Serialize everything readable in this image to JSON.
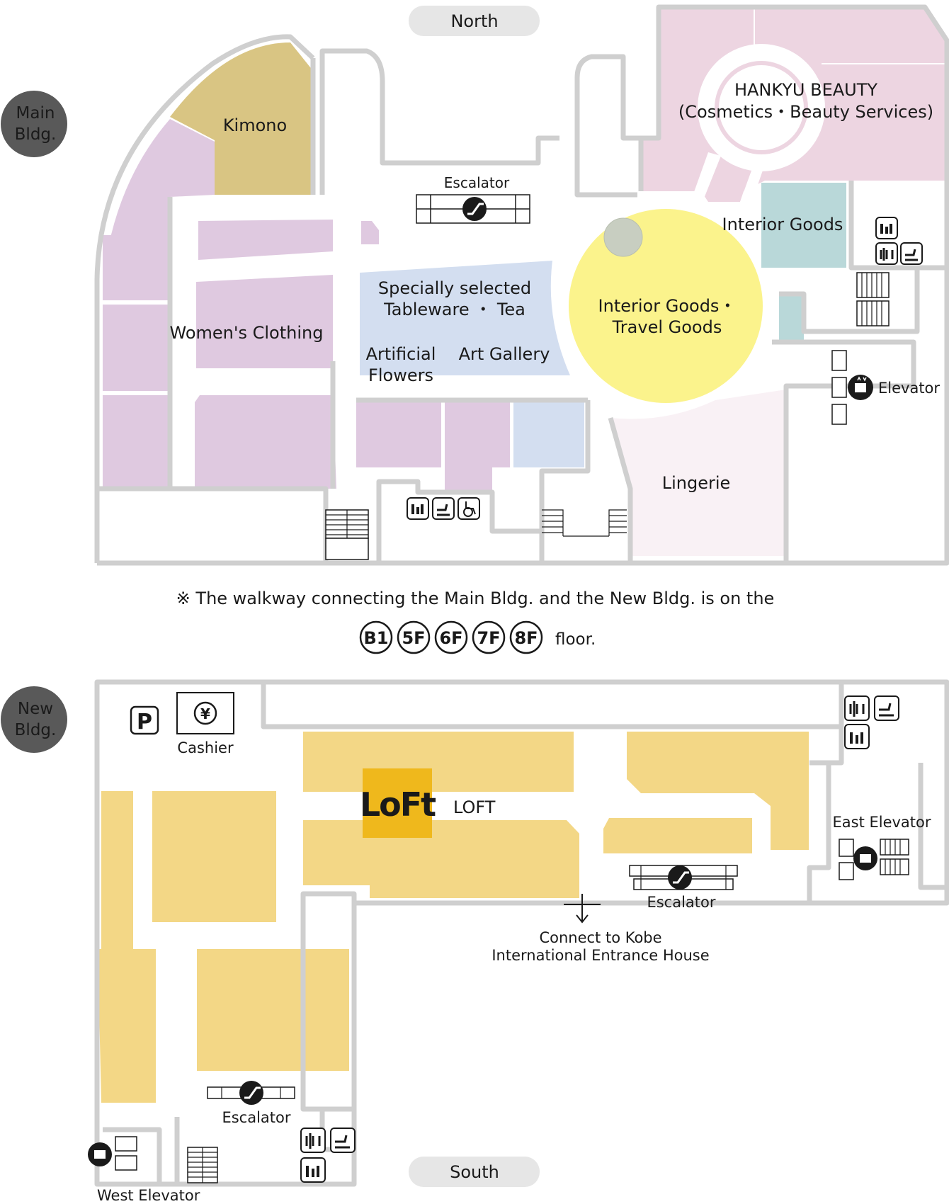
{
  "compass": {
    "north": "North",
    "south": "South"
  },
  "buildings": {
    "main": "Main\nBldg.",
    "new": "New\nBldg."
  },
  "main_floor": {
    "kimono": "Kimono",
    "womens_clothing": "Women's Clothing",
    "tableware": "Specially selected\nTableware ・ Tea",
    "flowers": "Artificial\nFlowers",
    "art_gallery": "Art Gallery",
    "interior_travel": "Interior Goods・\nTravel Goods",
    "interior_goods": "Interior Goods",
    "hankyu_beauty": "HANKYU BEAUTY\n(Cosmetics・Beauty Services)",
    "lingerie": "Lingerie",
    "escalator": "Escalator",
    "elevator": "Elevator"
  },
  "walkway_note": {
    "text": "※ The walkway connecting the Main Bldg. and the New Bldg. is on the",
    "floors": [
      "B1",
      "5F",
      "6F",
      "7F",
      "8F"
    ],
    "suffix": "floor."
  },
  "new_floor": {
    "cashier": "Cashier",
    "parking": "P",
    "loft_logo": "LoFt",
    "loft": "LOFT",
    "east_elevator": "East Elevator",
    "escalator_right": "Escalator",
    "connect": "Connect to Kobe\nInternational Entrance House",
    "escalator_left": "Escalator",
    "west_elevator": "West Elevator"
  },
  "colors": {
    "purple": "#dfc9e0",
    "kimono": "#d9c583",
    "blue": "#d3def0",
    "yellow": "#fbf38c",
    "teal": "#b9d8d9",
    "pink": "#edd5e1",
    "lingerie": "#f9f1f5",
    "loft_area": "#f3d786",
    "loft_logo_bg": "#efb81c",
    "wall": "#cfcfcf",
    "badge": "#595959"
  }
}
